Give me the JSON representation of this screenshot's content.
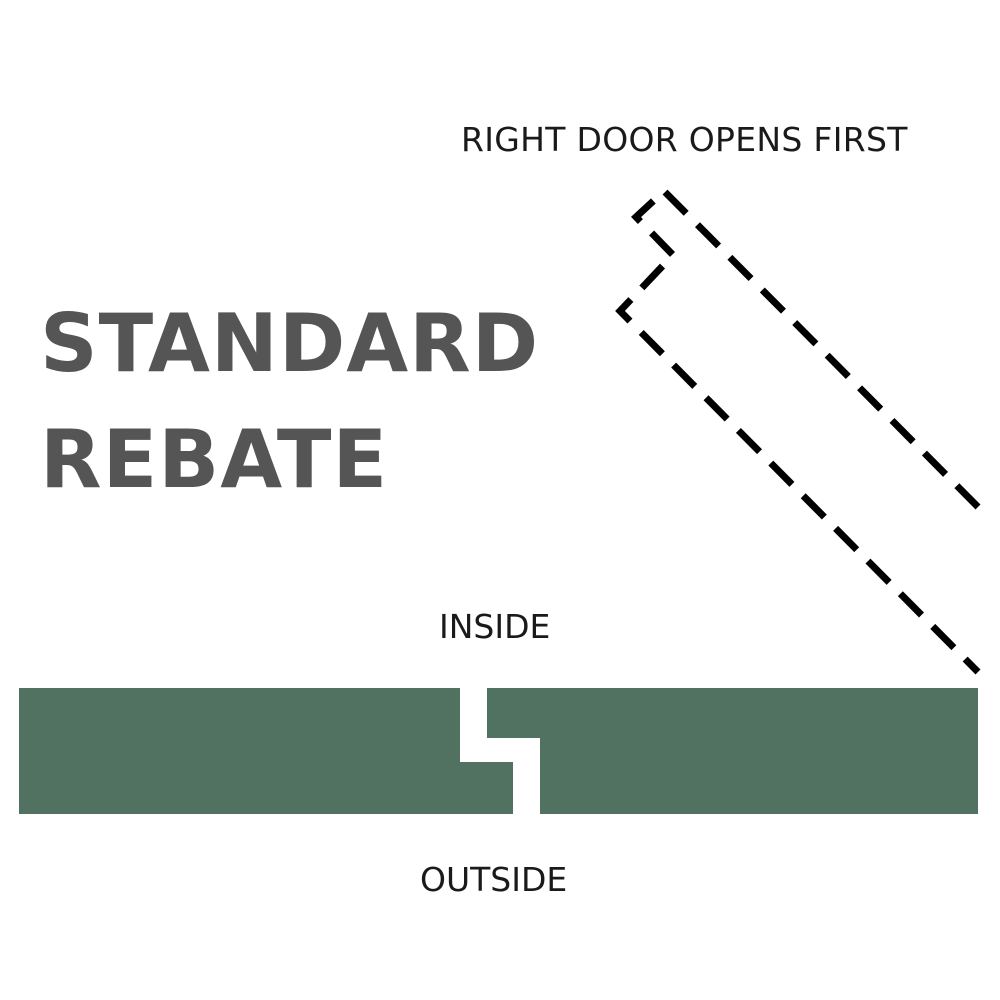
{
  "labels": {
    "right_door": "RIGHT DOOR OPENS FIRST",
    "inside": "INSIDE",
    "outside": "OUTSIDE"
  },
  "title": {
    "line1": "STANDARD",
    "line2": "REBATE"
  },
  "colors": {
    "door_fill": "#517261",
    "title_text": "#555555",
    "label_text": "#1a1a1a",
    "outline": "#000000",
    "background": "#ffffff"
  }
}
